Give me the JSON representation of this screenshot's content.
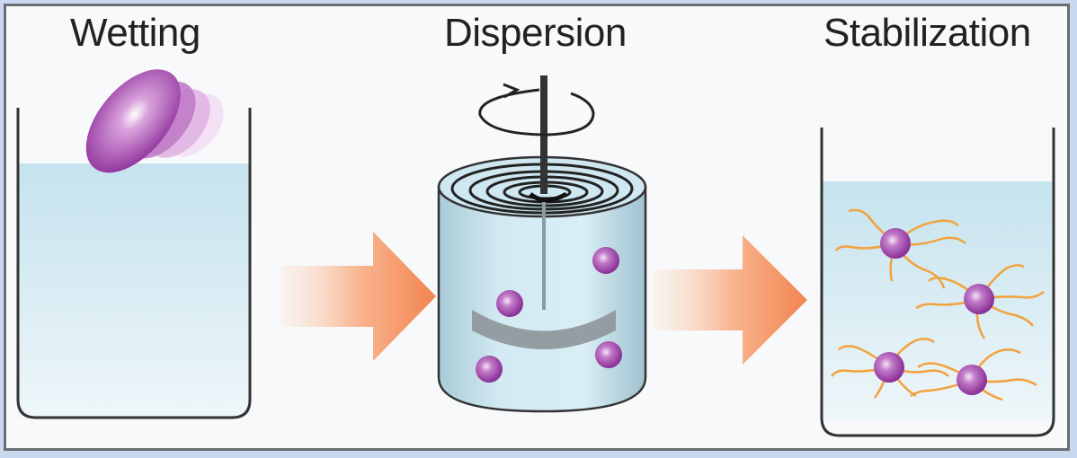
{
  "stages": [
    {
      "label": "Wetting"
    },
    {
      "label": "Dispersion"
    },
    {
      "label": "Stabilization"
    }
  ],
  "colors": {
    "liquid": "#d5ecf5",
    "particle": "#9a3fa6",
    "arrow": "#f59a6a",
    "ligand": "#f2a23d",
    "outline": "#333333"
  }
}
